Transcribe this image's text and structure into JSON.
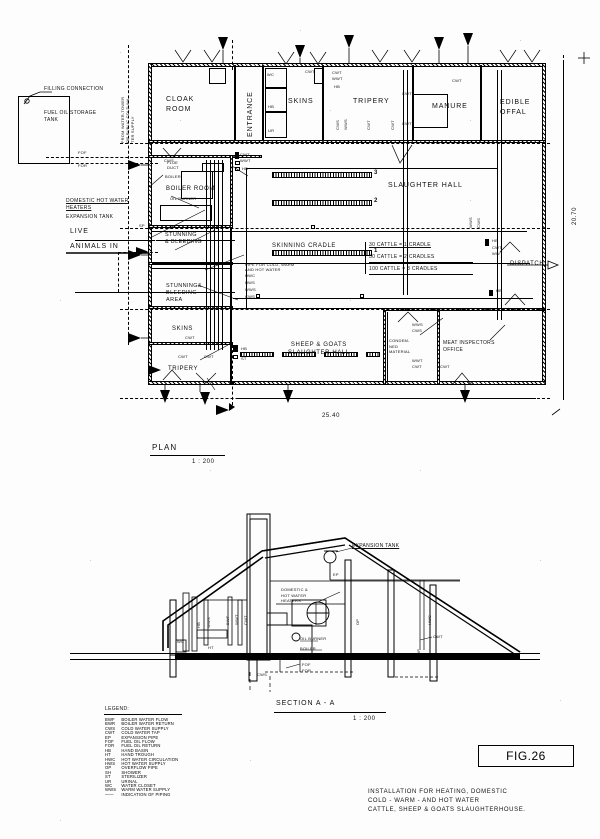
{
  "figure": {
    "number": "FIG.26",
    "caption_lines": [
      "INSTALLATION FOR HEATING, DOMESTIC",
      "COLD - WARM - AND  HOT  WATER",
      "CATTLE, SHEEP & GOATS  SLAUGHTERHOUSE."
    ]
  },
  "plan": {
    "title": "PLAN",
    "scale": "1 : 200",
    "dimension_bottom": "25.40",
    "dimension_right": "20.70",
    "rooms": [
      {
        "id": "cloak-room",
        "label": "CLOAK\nROOM"
      },
      {
        "id": "entrance",
        "label": "ENTRANCE"
      },
      {
        "id": "skins-top",
        "label": "SKINS"
      },
      {
        "id": "tripery-top",
        "label": "TRIPERY"
      },
      {
        "id": "manure",
        "label": "MANURE"
      },
      {
        "id": "edible-offal",
        "label": "EDIBLE\nOFFAL"
      },
      {
        "id": "boiler-room",
        "label": "BOILER ROOM"
      },
      {
        "id": "slaughter-hall",
        "label": "SLAUGHTER  HALL"
      },
      {
        "id": "stunning-bleeding",
        "label": "STUNNING\n& BLEEDING"
      },
      {
        "id": "stunning-bleeding-area",
        "label": "STUNNING &\nBLEEDING\nAREA"
      },
      {
        "id": "skins-lower",
        "label": "SKINS"
      },
      {
        "id": "tripery-lower",
        "label": "TRIPERY"
      },
      {
        "id": "sheep-goats-hall",
        "label": "SHEEP & GOATS\nSLAUGHTER HALL"
      },
      {
        "id": "condemned-material",
        "label": "CONDEM-\nNED\nMATERIAL"
      },
      {
        "id": "meat-inspectors-office",
        "label": "MEAT INSPECTORS\nOFFICE"
      }
    ],
    "annotations": {
      "filling_connection": "FILLING  CONNECTION",
      "fuel_oil_storage_tank": "FUEL OIL STORAGE\nTANK",
      "from_water_tower": "FROM WATER-TOWER\nOR PUBLIC COLD WA-\nTER SUPPLY",
      "domestic_hot_water_heaters": "DOMESTIC HOT WATER\nHEATERS",
      "expansion_tank": "EXPANSION TANK",
      "live_animals_in": "LIVE\nANIMALS  IN",
      "oil_burner": "OIL  BURNER",
      "boiler": "BOILER",
      "flue_duct": "FLUE\nDUCT",
      "skinning_cradle": "SKINNING CRADLE",
      "pipe_note": "PIPE FOR COLD, WARM\nAND HOT WATER",
      "dispatch": "DISPATCH",
      "cradle_note_1": "30 CATTLE = 1 CRADLE",
      "cradle_note_2": "50 CATTLE = 2 CRADLES",
      "cradle_note_3": "100 CATTLE =   3 CRADLES",
      "cradle_index_1": "1",
      "cradle_index_2": "2",
      "cradle_index_3": "3",
      "fof": "FOF",
      "for": "FOR",
      "cws": "CWS",
      "sp": "SP",
      "hb": "HB",
      "ht": "HT",
      "cwt": "CWT",
      "wwt": "WWT",
      "wws": "WWS",
      "hws": "HWS",
      "wc": "WC",
      "ur": "UR",
      "st": "ST",
      "op": "OP"
    }
  },
  "section": {
    "title": "SECTION   A - A",
    "scale": "1 : 200",
    "annotations": {
      "expansion_tank": "EXPANSION TANK",
      "domestic_hot_water_heaters": "DOMESTIC &\nHOT WATER\nHEATERS",
      "oil_burner": "OIL BURNER",
      "boiler": "BOILER",
      "fof": "FOF",
      "for": "FOR",
      "cws": "CWS",
      "cwt": "CWT",
      "hws": "HWS",
      "wws": "WWS",
      "wwt": "WWT",
      "bwf": "BWF",
      "bwr": "BWR",
      "op": "OP",
      "ht": "HT",
      "hb": "HB",
      "wc": "WC",
      "ep": "EP"
    }
  },
  "legend": {
    "title": "LEGEND:",
    "entries": [
      {
        "abbr": "BWF",
        "text": "BOILER WATER FLOW"
      },
      {
        "abbr": "BWR",
        "text": "BOILER WATER RETURN"
      },
      {
        "abbr": "CWS",
        "text": "COLD WATER SUPPLY"
      },
      {
        "abbr": "CWT",
        "text": "COLD WATER TAP"
      },
      {
        "abbr": "EP",
        "text": "EXPANSION PIPE"
      },
      {
        "abbr": "FOF",
        "text": "FUEL OIL FLOW"
      },
      {
        "abbr": "FOR",
        "text": "FUEL OIL RETURN"
      },
      {
        "abbr": "HB",
        "text": "HAND BASIN"
      },
      {
        "abbr": "HT",
        "text": "HAND TROUGH"
      },
      {
        "abbr": "HWC",
        "text": "HOT WATER CIRCULATION"
      },
      {
        "abbr": "HWS",
        "text": "HOT WATER SUPPLY"
      },
      {
        "abbr": "OP",
        "text": "OVERFLOW PIPE"
      },
      {
        "abbr": "SH",
        "text": "SHOWER"
      },
      {
        "abbr": "ST",
        "text": "STERILIZER"
      },
      {
        "abbr": "UR",
        "text": "URINAL"
      },
      {
        "abbr": "WC",
        "text": "WATER CLOSET"
      },
      {
        "abbr": "WWS",
        "text": "WARM WATER SUPPLY"
      },
      {
        "abbr": "",
        "text": "INDICATION OF PIPING"
      }
    ]
  }
}
